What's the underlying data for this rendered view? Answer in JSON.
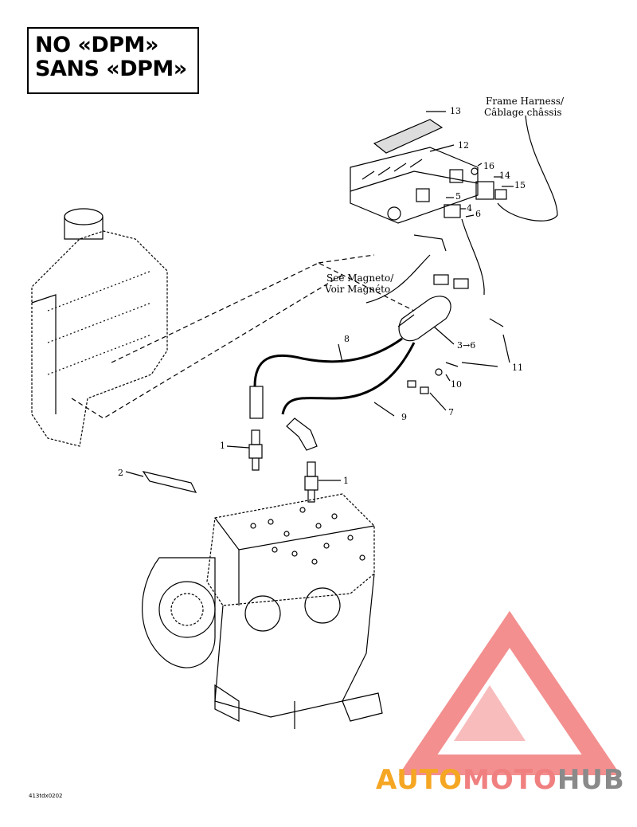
{
  "header": {
    "line1": "NO «DPM»",
    "line2": "SANS «DPM»"
  },
  "notes": {
    "frame_harness_1": "Frame Harness/",
    "frame_harness_2": "Câblage châssis",
    "see_magneto_1": "See Magneto/",
    "see_magneto_2": "Voir Magnéto"
  },
  "labels": {
    "p1a": "1",
    "p1b": "1",
    "p2": "2",
    "p3_6": "3→6",
    "p4": "4",
    "p5": "5",
    "p6": "6",
    "p7": "7",
    "p8": "8",
    "p9": "9",
    "p10": "10",
    "p11": "11",
    "p12": "12",
    "p13": "13",
    "p14": "14",
    "p15": "15",
    "p16": "16"
  },
  "drawing_code": "413tdx0202",
  "watermark": {
    "part1": "AUTO",
    "part2": "MOTO",
    "part3": "HUB",
    "color1": "#f5a623",
    "color2": "#f08080",
    "color3": "#8a8a8a",
    "logo_color": "#f06a6a"
  }
}
